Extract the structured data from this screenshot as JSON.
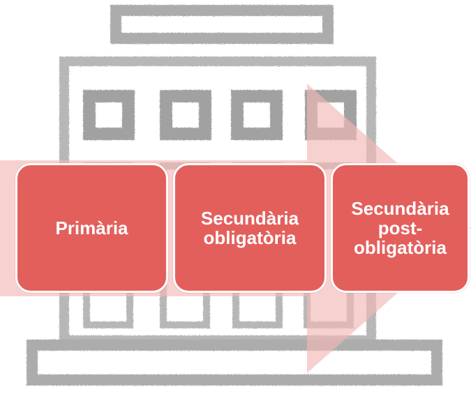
{
  "colors": {
    "stage_fill": "#e35f5c",
    "arrow_fill": "#f6c9c8",
    "building_stroke": "#8a8a8a"
  },
  "icons": {
    "background": "building-icon",
    "flow": "arrow-right-icon"
  },
  "stages": [
    {
      "label": "Primària"
    },
    {
      "label": "Secundària obligatòria"
    },
    {
      "label": "Secundària post-obligatòria"
    }
  ]
}
